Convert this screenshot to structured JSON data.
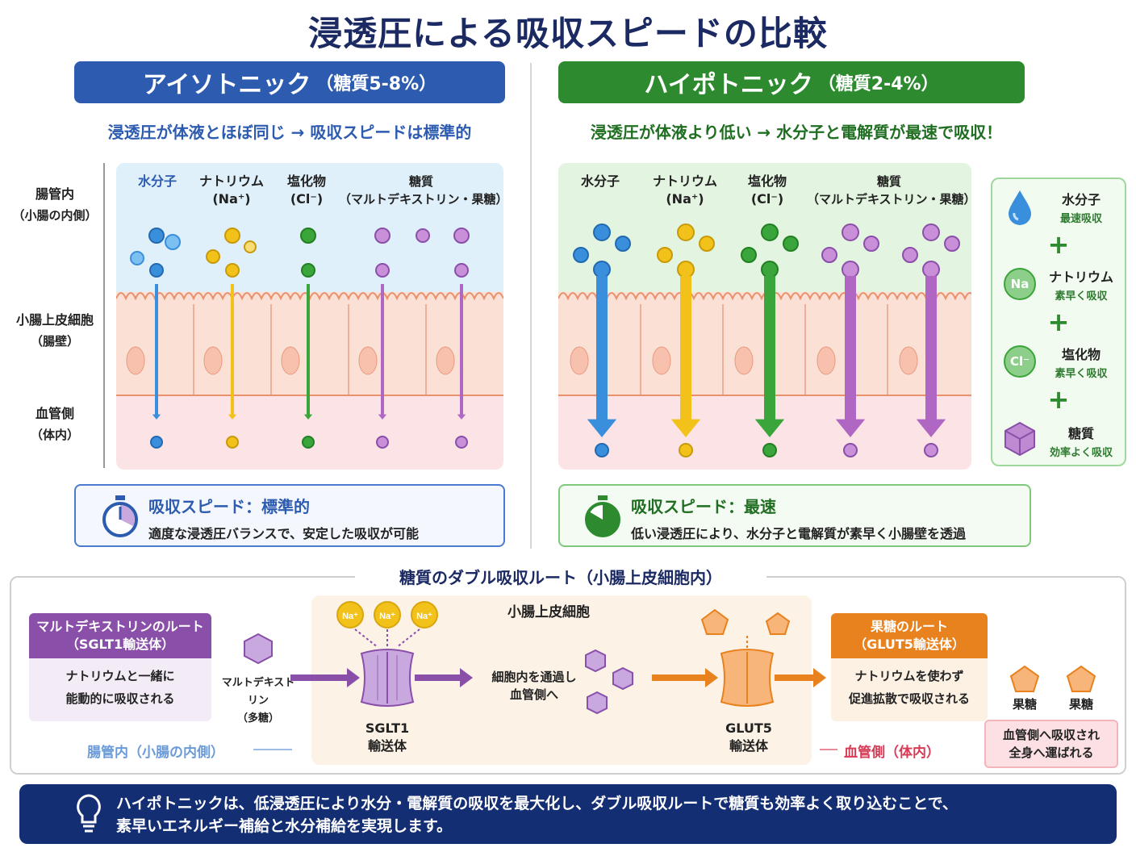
{
  "title": "浸透圧による吸収スピードの比較",
  "left": {
    "header_main": "アイソトニック",
    "header_sub": "（糖質5-8%）",
    "tagline": "浸透圧が体液とほぼ同じ → 吸収スピードは標準的",
    "cols": [
      {
        "name": "水分子",
        "sub": ""
      },
      {
        "name": "ナトリウム",
        "sub": "(Na⁺)"
      },
      {
        "name": "塩化物",
        "sub": "(Cl⁻)"
      },
      {
        "name": "糖質",
        "sub": "（マルトデキストリン・果糖）"
      }
    ],
    "speed_title": "吸収スピード：標準的",
    "speed_desc": "適度な浸透圧バランスで、安定した吸収が可能"
  },
  "right": {
    "header_main": "ハイポトニック",
    "header_sub": "（糖質2-4%）",
    "tagline": "浸透圧が体液より低い → 水分子と電解質が最速で吸収！",
    "cols": [
      {
        "name": "水分子",
        "sub": ""
      },
      {
        "name": "ナトリウム",
        "sub": "(Na⁺)"
      },
      {
        "name": "塩化物",
        "sub": "(Cl⁻)"
      },
      {
        "name": "糖質",
        "sub": "（マルトデキストリン・果糖）"
      }
    ],
    "speed_title": "吸収スピード：最速",
    "speed_desc": "低い浸透圧により、水分子と電解質が素早く小腸壁を透過"
  },
  "side_labels": {
    "lumen": "腸管内",
    "lumen_sub": "（小腸の内側）",
    "epi": "小腸上皮細胞",
    "epi_sub": "（腸壁）",
    "blood": "血管側",
    "blood_sub": "（体内）"
  },
  "legend": [
    {
      "name": "水分子",
      "status": "最速吸収",
      "icon": "water-drop-icon"
    },
    {
      "name": "ナトリウム",
      "status": "素早く吸収",
      "icon": "sodium-icon",
      "symbol": "Na"
    },
    {
      "name": "塩化物",
      "status": "素早く吸収",
      "icon": "chloride-icon",
      "symbol": "Cl⁻"
    },
    {
      "name": "糖質",
      "status": "効率よく吸収",
      "icon": "sugar-cube-icon"
    }
  ],
  "plus": "+",
  "double_route": {
    "title": "糖質のダブル吸収ルート（小腸上皮細胞内）",
    "malto_header": "マルトデキストリンのルート\n（SGLT1輸送体）",
    "malto_body": "ナトリウムと一緒に\n能動的に吸収される",
    "malto_label": "マルトデキストリン\n（多糖）",
    "na_symbol": "Na⁺",
    "sglt1": "SGLT1\n輸送体",
    "cell_label": "小腸上皮細胞",
    "mid_text": "細胞内を通過し\n血管側へ",
    "glut5": "GLUT5\n輸送体",
    "fructose_header": "果糖のルート\n（GLUT5輸送体）",
    "fructose_body": "ナトリウムを使わず\n促進拡散で吸収される",
    "fructose_label": "果糖",
    "lumen_label": "腸管内（小腸の内側）",
    "blood_label": "血管側（体内）",
    "final_box": "血管側へ吸収され\n全身へ運ばれる"
  },
  "footer": "ハイポトニックは、低浸透圧により水分・電解質の吸収を最大化し、ダブル吸収ルートで糖質も効率よく取り込むことで、\n素早いエネルギー補給と水分補給を実現します。",
  "colors": {
    "water": "#3a8fdc",
    "sodium": "#f2c21b",
    "chloride": "#3aa53a",
    "sugar": "#b067c4",
    "blue_header": "#2c5bb0",
    "green_header": "#2d8a2f",
    "orange": "#e8821e",
    "purple": "#8a4fa8",
    "navy": "#142e73"
  }
}
